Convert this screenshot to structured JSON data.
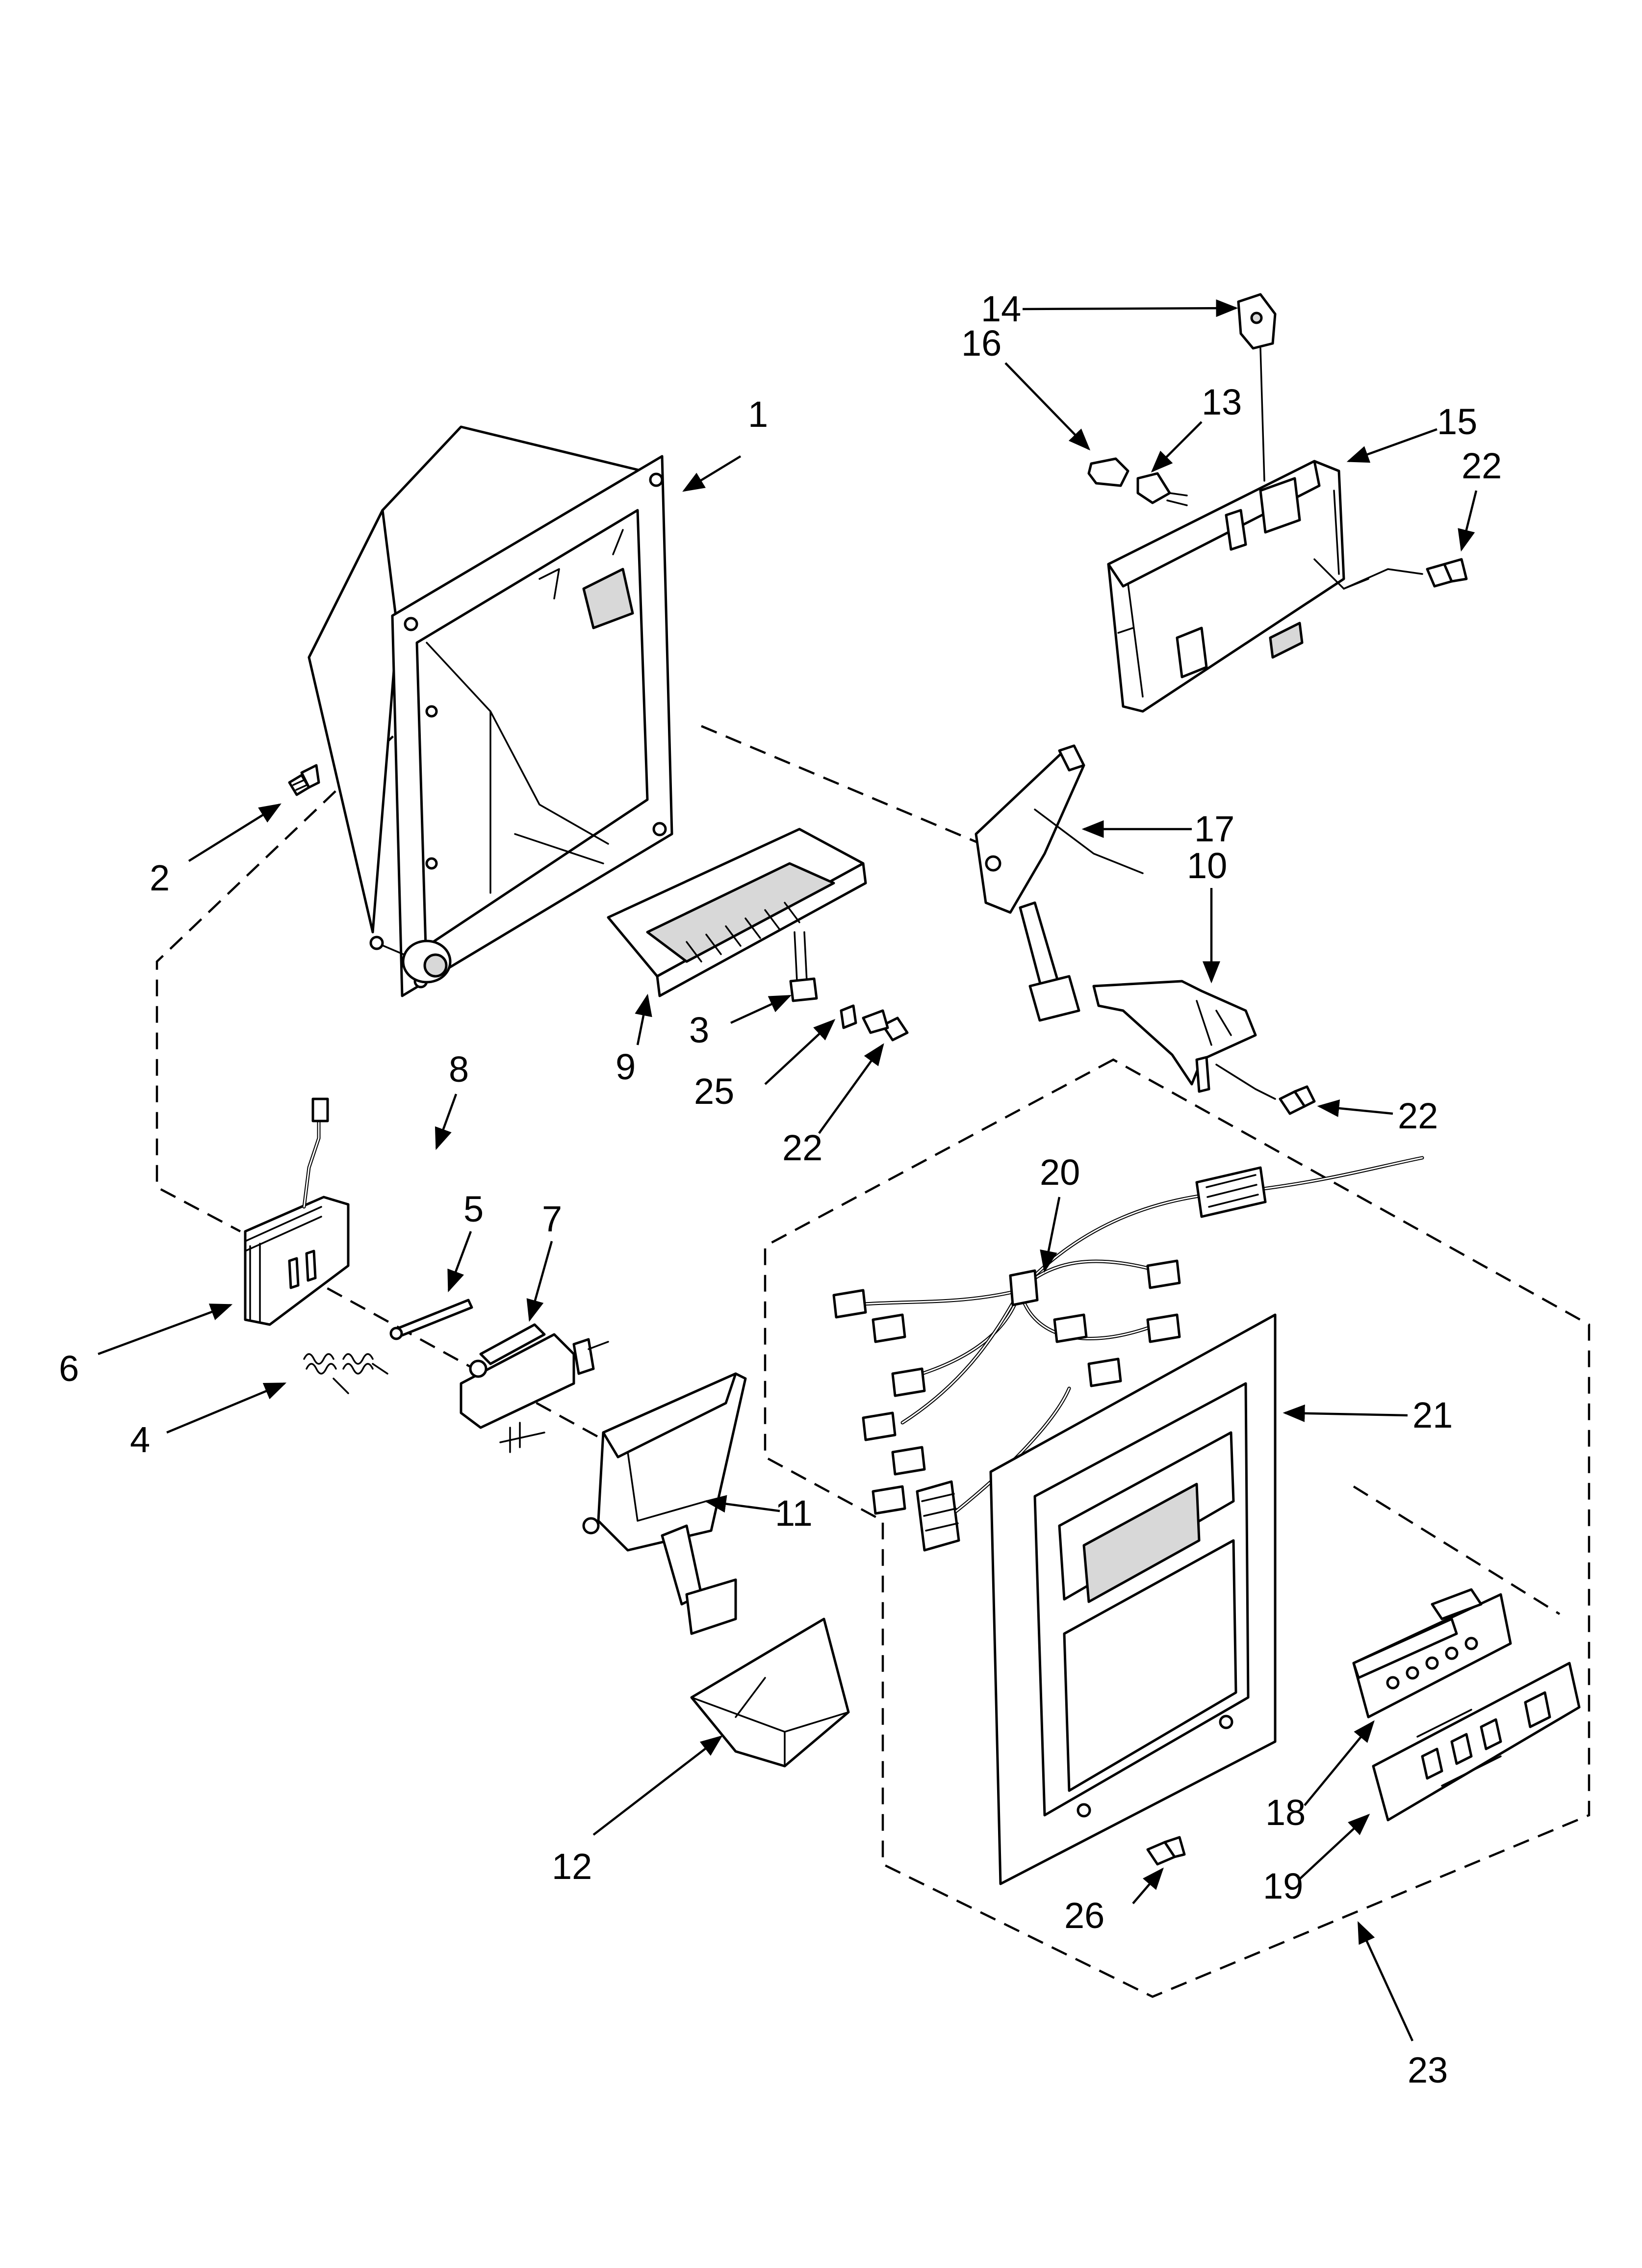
{
  "diagram": {
    "callouts": [
      {
        "key": "c1",
        "text": "1"
      },
      {
        "key": "c2",
        "text": "2"
      },
      {
        "key": "c3",
        "text": "3"
      },
      {
        "key": "c4",
        "text": "4"
      },
      {
        "key": "c5",
        "text": "5"
      },
      {
        "key": "c6",
        "text": "6"
      },
      {
        "key": "c7",
        "text": "7"
      },
      {
        "key": "c8",
        "text": "8"
      },
      {
        "key": "c9",
        "text": "9"
      },
      {
        "key": "c10",
        "text": "10"
      },
      {
        "key": "c11",
        "text": "11"
      },
      {
        "key": "c12",
        "text": "12"
      },
      {
        "key": "c13",
        "text": "13"
      },
      {
        "key": "c14",
        "text": "14"
      },
      {
        "key": "c15",
        "text": "15"
      },
      {
        "key": "c16",
        "text": "16"
      },
      {
        "key": "c17",
        "text": "17"
      },
      {
        "key": "c18",
        "text": "18"
      },
      {
        "key": "c19",
        "text": "19"
      },
      {
        "key": "c20",
        "text": "20"
      },
      {
        "key": "c21",
        "text": "21"
      },
      {
        "key": "c22a",
        "text": "22"
      },
      {
        "key": "c22b",
        "text": "22"
      },
      {
        "key": "c22c",
        "text": "22"
      },
      {
        "key": "c23",
        "text": "23"
      },
      {
        "key": "c25",
        "text": "25"
      },
      {
        "key": "c26",
        "text": "26"
      }
    ]
  }
}
